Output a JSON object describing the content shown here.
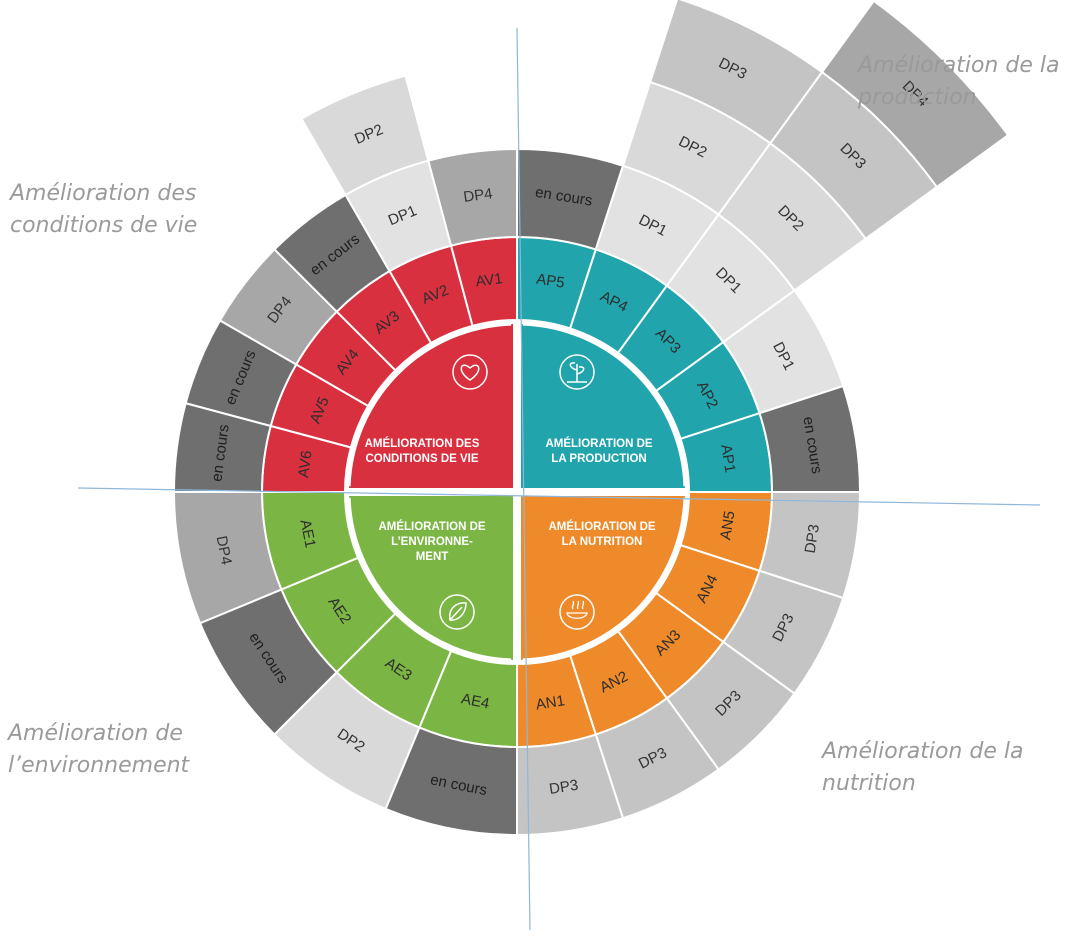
{
  "colors": {
    "red": "#d8303f",
    "teal": "#21a4ab",
    "green": "#7bb645",
    "orange": "#ee8a29",
    "dark_gray": "#6f6f6f",
    "mid_gray": "#a7a7a7",
    "light_gray": "#c4c4c4",
    "pale_gray": "#e2e2e2",
    "axis_line": "#8fb7d9",
    "corner_text": "#9a9a9a"
  },
  "corner_labels": {
    "top_left": [
      "Amélioration des",
      "conditions de vie"
    ],
    "top_right": [
      "Amélioration de la",
      "production"
    ],
    "bottom_left": [
      "Amélioration de",
      "l’environnement"
    ],
    "bottom_right": [
      "Amélioration de la",
      "nutrition"
    ]
  },
  "quadrants": [
    {
      "id": "conditions-de-vie",
      "title": [
        "AMÉLIORATION DES",
        "CONDITIONS DE VIE"
      ],
      "color": "red",
      "icon": "heart-icon",
      "segments": [
        {
          "code": "AV1",
          "status": [
            "DP4"
          ]
        },
        {
          "code": "AV2",
          "status": [
            "DP1",
            "DP2"
          ]
        },
        {
          "code": "AV3",
          "status": [
            "en cours"
          ]
        },
        {
          "code": "AV4",
          "status": [
            "DP4"
          ]
        },
        {
          "code": "AV5",
          "status": [
            "en cours"
          ]
        },
        {
          "code": "AV6",
          "status": [
            "en cours"
          ]
        }
      ]
    },
    {
      "id": "production",
      "title": [
        "AMÉLIORATION  DE",
        "LA PRODUCTION"
      ],
      "color": "teal",
      "icon": "plant-icon",
      "segments": [
        {
          "code": "AP5",
          "status": [
            "en cours"
          ]
        },
        {
          "code": "AP4",
          "status": [
            "DP1",
            "DP2",
            "DP3"
          ]
        },
        {
          "code": "AP3",
          "status": [
            "DP1",
            "DP2",
            "DP3",
            "DP4"
          ]
        },
        {
          "code": "AP2",
          "status": [
            "DP1"
          ]
        },
        {
          "code": "AP1",
          "status": [
            "en cours"
          ]
        }
      ]
    },
    {
      "id": "environnement",
      "title": [
        "AMÉLIORATION DE",
        "L’ENVIRONNE-",
        "MENT"
      ],
      "color": "green",
      "icon": "leaf-icon",
      "segments": [
        {
          "code": "AE1",
          "status": [
            "DP4"
          ]
        },
        {
          "code": "AE2",
          "status": [
            "en cours"
          ]
        },
        {
          "code": "AE3",
          "status": [
            "DP2"
          ]
        },
        {
          "code": "AE4",
          "status": [
            "en cours"
          ]
        }
      ]
    },
    {
      "id": "nutrition",
      "title": [
        "AMÉLIORATION DE",
        "LA NUTRITION"
      ],
      "color": "orange",
      "icon": "bowl-icon",
      "segments": [
        {
          "code": "AN5",
          "status": [
            "DP3"
          ]
        },
        {
          "code": "AN4",
          "status": [
            "DP3"
          ]
        },
        {
          "code": "AN3",
          "status": [
            "DP3"
          ]
        },
        {
          "code": "AN2",
          "status": [
            "DP3"
          ]
        },
        {
          "code": "AN1",
          "status": [
            "DP3"
          ]
        }
      ]
    }
  ]
}
